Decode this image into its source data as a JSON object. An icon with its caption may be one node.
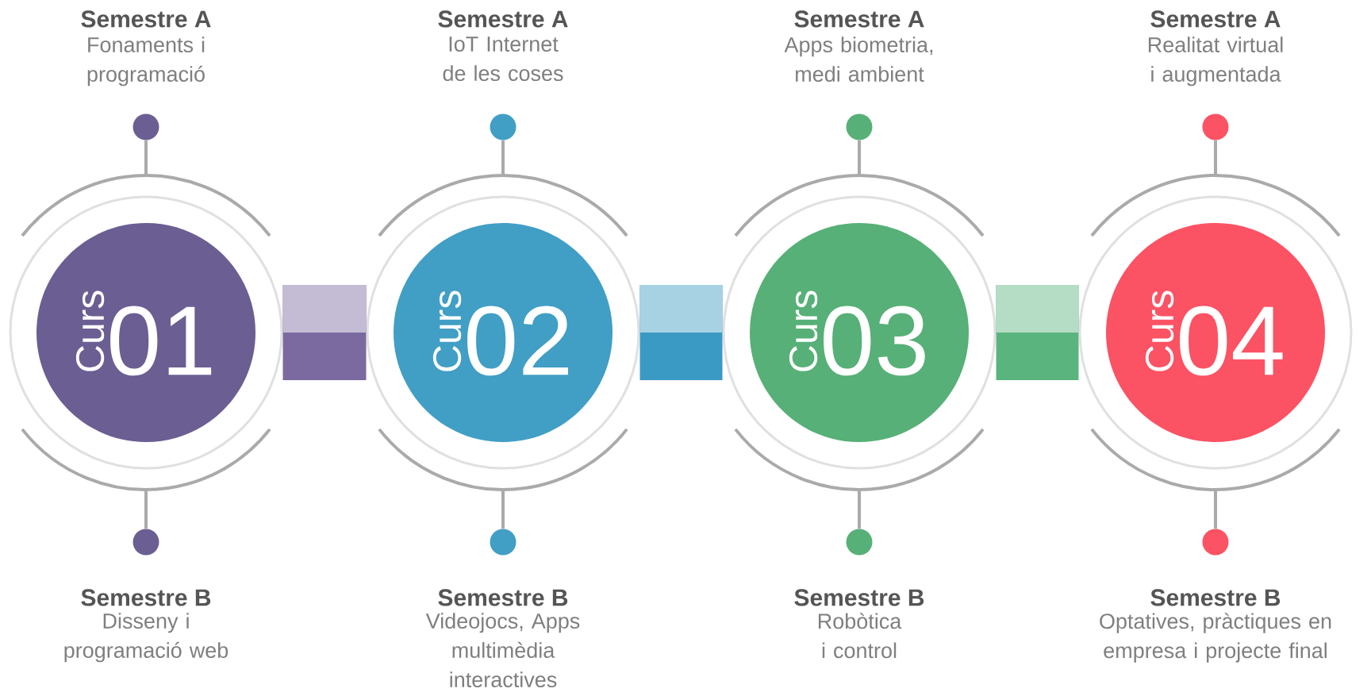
{
  "diagram": {
    "nodes": [
      {
        "text": [
          "Curs",
          "01"
        ]
      },
      {
        "text": [
          "Curs",
          "02"
        ]
      },
      {
        "text": [
          "Curs",
          "03"
        ]
      },
      {
        "text": [
          "Curs",
          "04"
        ]
      },
      {
        "text": [],
        "shape": "circle",
        "beside": [
          "Semestre A",
          "Fonaments i programació"
        ]
      },
      {
        "text": [],
        "shape": "circle",
        "beside": [
          "Semestre A",
          "IoT Internet de les coses"
        ]
      },
      {
        "text": [],
        "shape": "circle",
        "beside": [
          "Semestre A",
          "Apps biometria, medi ambient"
        ]
      },
      {
        "text": [],
        "shape": "circle",
        "beside": [
          "Semestre A",
          "Realitat virtual i augmentada"
        ]
      },
      {
        "text": [],
        "shape": "circle",
        "beside": [
          "Semestre B",
          "Disseny i programació web"
        ]
      },
      {
        "text": [],
        "shape": "circle",
        "beside": [
          "Semestre B",
          "Videojocs, Apps multimèdia interactives"
        ]
      },
      {
        "text": [],
        "shape": "circle",
        "beside": [
          "Semestre B",
          "Robòtica i control"
        ]
      },
      {
        "text": [],
        "shape": "circle",
        "beside": [
          "Semestre B",
          "Optatives, pràctiques en empresa i projecte final"
        ]
      }
    ],
    "edges": [
      {
        "from": 0,
        "to": 1,
        "arrow": "none",
        "style": "thick",
        "color": "#7a6aa0"
      },
      {
        "from": 1,
        "to": 2,
        "arrow": "none",
        "style": "thick",
        "color": "#3a9ac4"
      },
      {
        "from": 2,
        "to": 3,
        "arrow": "none",
        "style": "thick",
        "color": "#5ab47e"
      },
      {
        "from": 4,
        "to": 0,
        "arrow": "none"
      },
      {
        "from": 5,
        "to": 1,
        "arrow": "none"
      },
      {
        "from": 6,
        "to": 2,
        "arrow": "none"
      },
      {
        "from": 7,
        "to": 3,
        "arrow": "none"
      },
      {
        "from": 8,
        "to": 0,
        "arrow": "none"
      },
      {
        "from": 9,
        "to": 1,
        "arrow": "none"
      },
      {
        "from": 10,
        "to": 2,
        "arrow": "none"
      },
      {
        "from": 11,
        "to": 3,
        "arrow": "none"
      }
    ]
  }
}
